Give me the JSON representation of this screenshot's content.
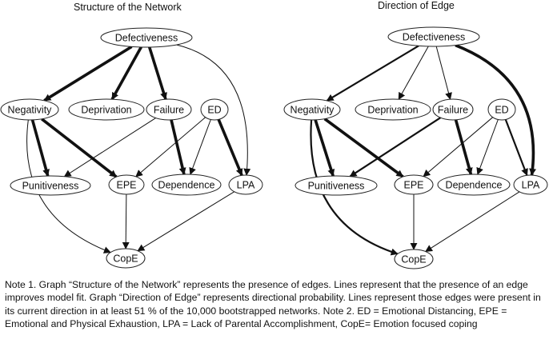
{
  "graphs": [
    {
      "title": "Structure of the Network",
      "nodes": [
        {
          "id": "def",
          "label": "Defectiveness"
        },
        {
          "id": "neg",
          "label": "Negativity"
        },
        {
          "id": "dep",
          "label": "Deprivation"
        },
        {
          "id": "fail",
          "label": "Failure"
        },
        {
          "id": "ed",
          "label": "ED"
        },
        {
          "id": "pun",
          "label": "Punitiveness"
        },
        {
          "id": "epe",
          "label": "EPE"
        },
        {
          "id": "dpd",
          "label": "Dependence"
        },
        {
          "id": "lpa",
          "label": "LPA"
        },
        {
          "id": "cope",
          "label": "CopE"
        }
      ],
      "edges": [
        {
          "from": "def",
          "to": "neg",
          "weight": "strong"
        },
        {
          "from": "def",
          "to": "dep",
          "weight": "strong"
        },
        {
          "from": "def",
          "to": "fail",
          "weight": "strong"
        },
        {
          "from": "def",
          "to": "lpa",
          "weight": "weak"
        },
        {
          "from": "neg",
          "to": "pun",
          "weight": "strong"
        },
        {
          "from": "neg",
          "to": "epe",
          "weight": "strong"
        },
        {
          "from": "neg",
          "to": "cope",
          "weight": "weak"
        },
        {
          "from": "fail",
          "to": "pun",
          "weight": "weak"
        },
        {
          "from": "fail",
          "to": "dpd",
          "weight": "strong"
        },
        {
          "from": "ed",
          "to": "epe",
          "weight": "weak"
        },
        {
          "from": "ed",
          "to": "dpd",
          "weight": "weak"
        },
        {
          "from": "ed",
          "to": "lpa",
          "weight": "strong"
        },
        {
          "from": "epe",
          "to": "cope",
          "weight": "weak"
        },
        {
          "from": "lpa",
          "to": "cope",
          "weight": "weak"
        }
      ]
    },
    {
      "title": "Direction of Edge",
      "nodes": [
        {
          "id": "def",
          "label": "Defectiveness"
        },
        {
          "id": "neg",
          "label": "Negativity"
        },
        {
          "id": "dep",
          "label": "Deprivation"
        },
        {
          "id": "fail",
          "label": "Failure"
        },
        {
          "id": "ed",
          "label": "ED"
        },
        {
          "id": "pun",
          "label": "Punitiveness"
        },
        {
          "id": "epe",
          "label": "EPE"
        },
        {
          "id": "dpd",
          "label": "Dependence"
        },
        {
          "id": "lpa",
          "label": "LPA"
        },
        {
          "id": "cope",
          "label": "CopE"
        }
      ],
      "edges": [
        {
          "from": "def",
          "to": "neg",
          "weight": "medium"
        },
        {
          "from": "def",
          "to": "dep",
          "weight": "weak"
        },
        {
          "from": "def",
          "to": "fail",
          "weight": "weak"
        },
        {
          "from": "def",
          "to": "lpa",
          "weight": "strong"
        },
        {
          "from": "neg",
          "to": "pun",
          "weight": "strong"
        },
        {
          "from": "neg",
          "to": "epe",
          "weight": "strong"
        },
        {
          "from": "neg",
          "to": "cope",
          "weight": "medium"
        },
        {
          "from": "fail",
          "to": "pun",
          "weight": "medium"
        },
        {
          "from": "fail",
          "to": "dpd",
          "weight": "strong"
        },
        {
          "from": "ed",
          "to": "epe",
          "weight": "weak"
        },
        {
          "from": "ed",
          "to": "dpd",
          "weight": "weak"
        },
        {
          "from": "ed",
          "to": "lpa",
          "weight": "medium"
        },
        {
          "from": "epe",
          "to": "cope",
          "weight": "weak"
        },
        {
          "from": "lpa",
          "to": "cope",
          "weight": "weak"
        }
      ]
    }
  ],
  "note": "Note 1. Graph “Structure of the Network” represents the presence of edges. Lines represent that the presence of an edge improves model fit. Graph “Direction of Edge” represents directional probability. Lines represent those edges were present in its current direction in at least 51 % of the 10,000 bootstrapped networks. Note 2. ED = Emotional Distancing, EPE = Emotional and Physical Exhaustion, LPA = Lack of Parental Accomplishment, CopE= Emotion focused coping"
}
